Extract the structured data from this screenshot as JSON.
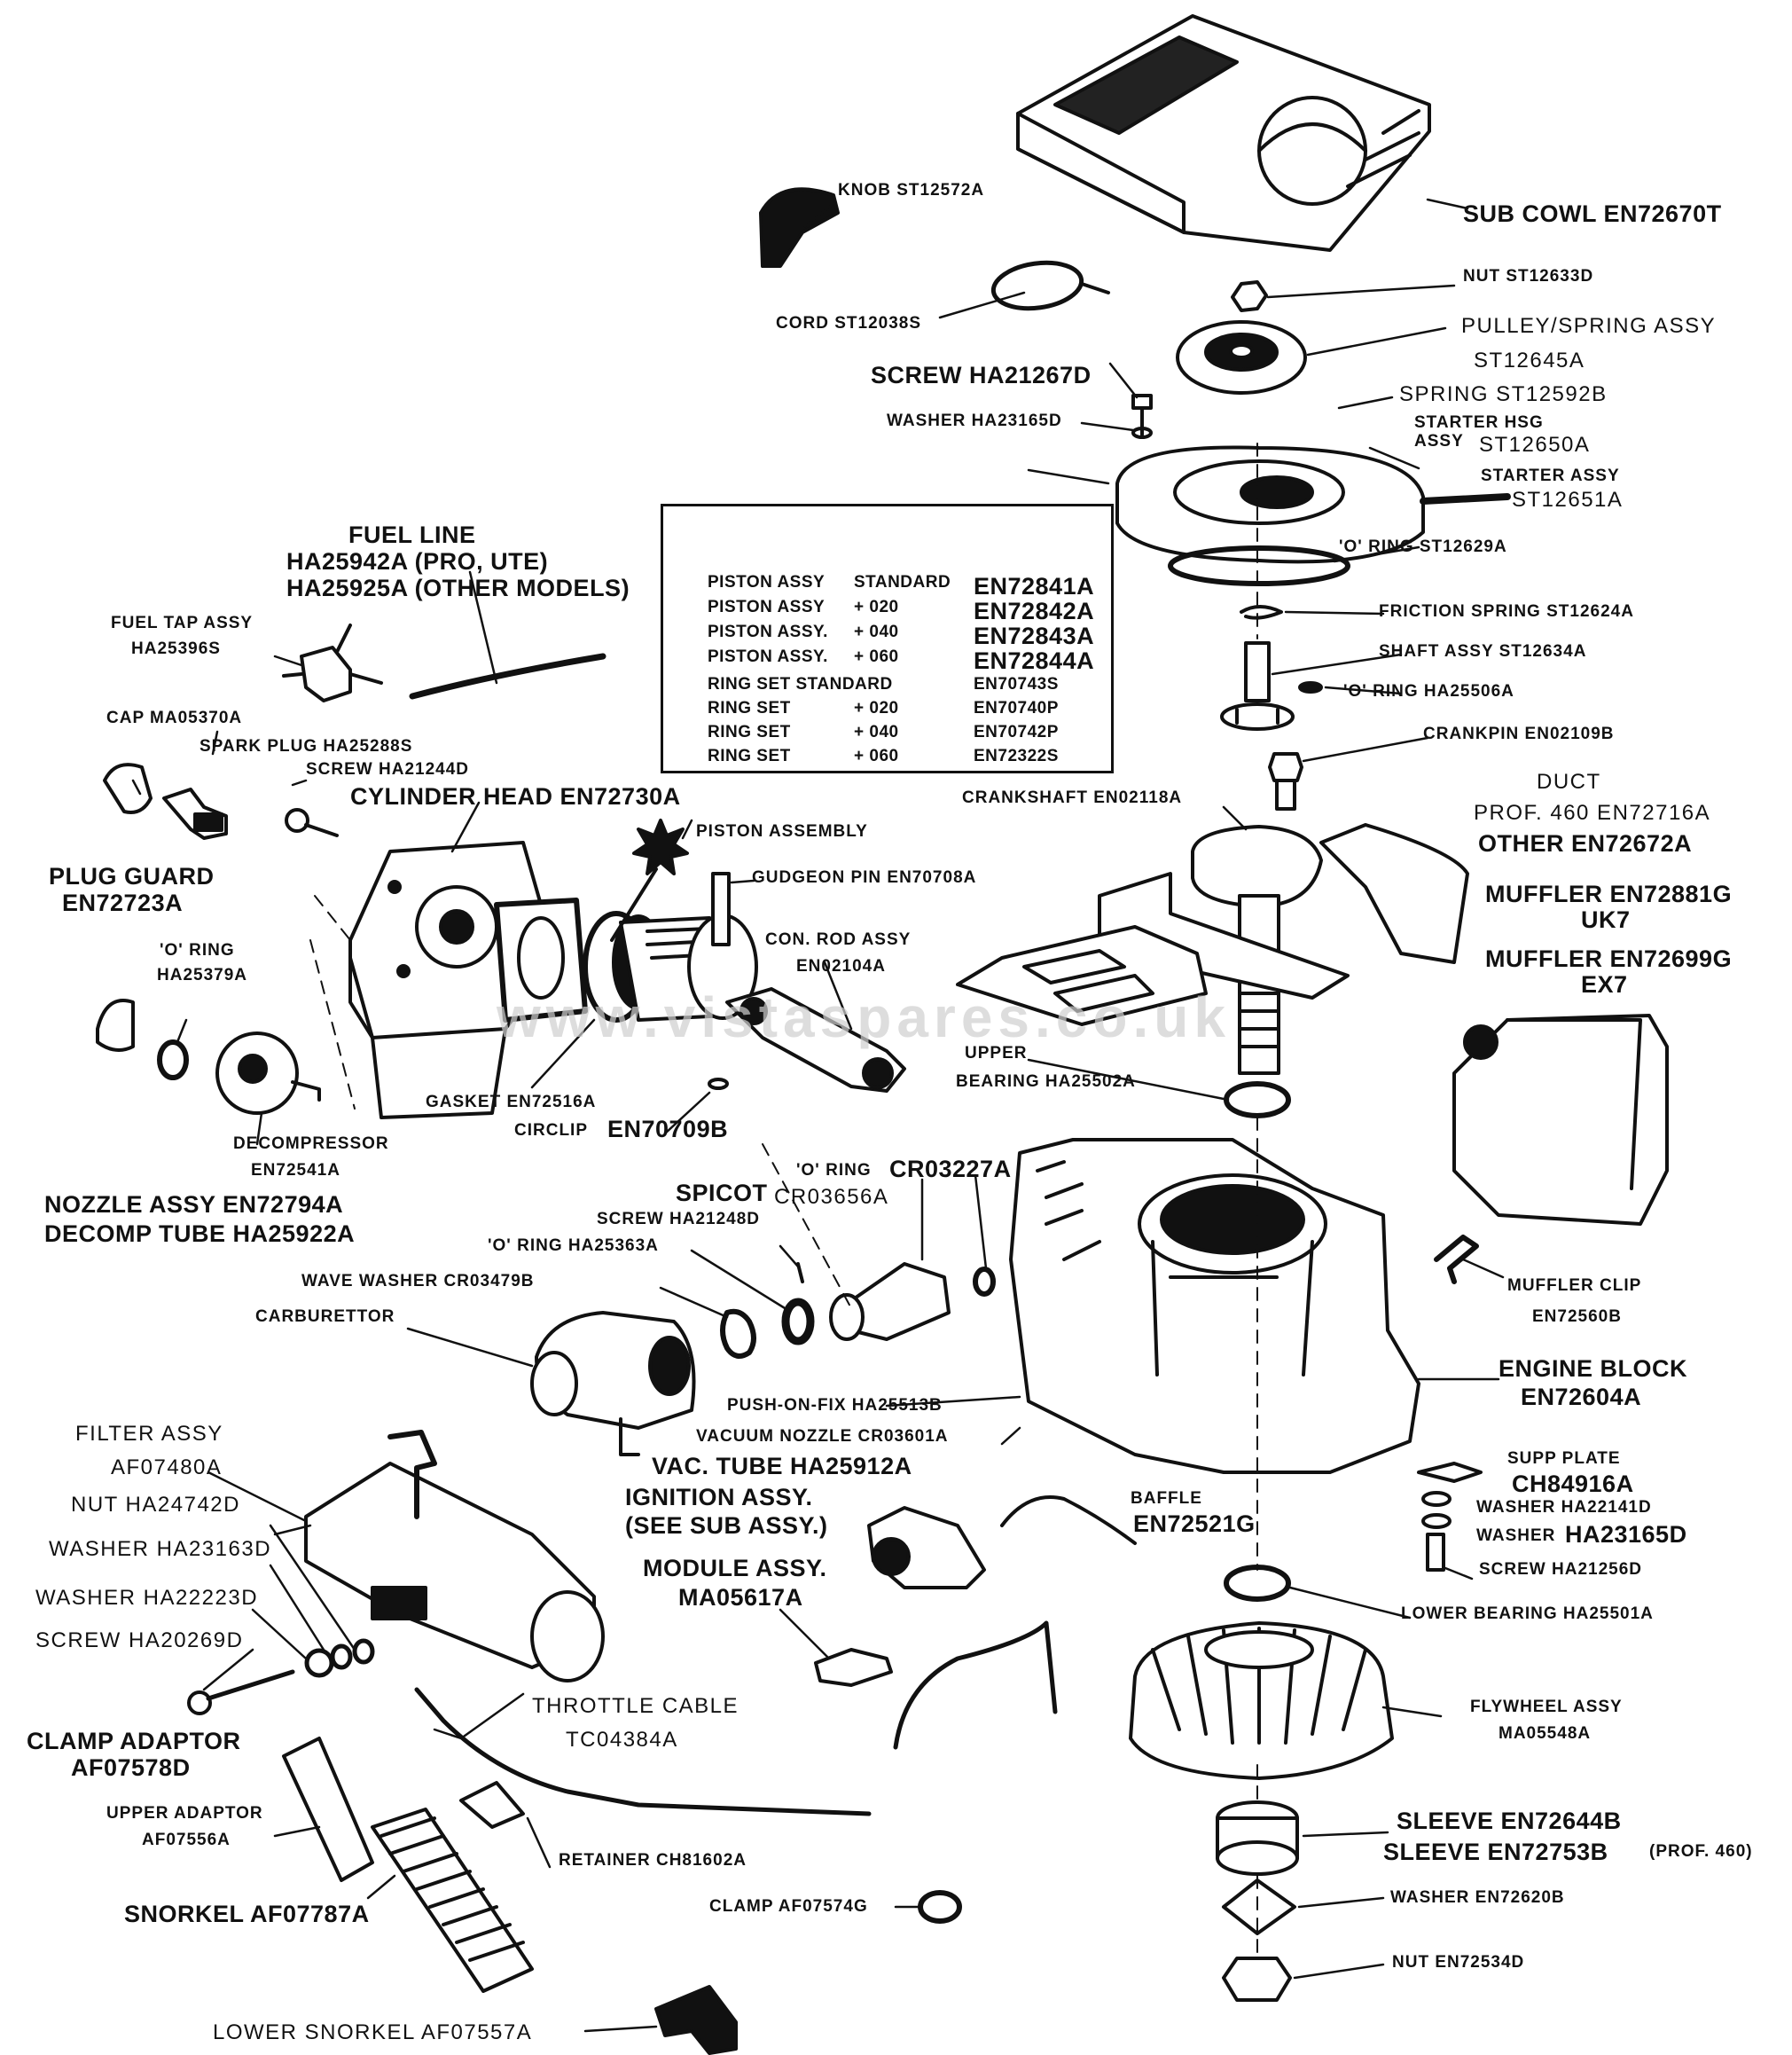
{
  "watermark": "www.vistaspares.co.uk",
  "legend": {
    "rows": [
      {
        "part": "PISTON ASSY",
        "size": "STANDARD",
        "code": "EN72841A"
      },
      {
        "part": "PISTON ASSY",
        "size": "+ 020",
        "code": "EN72842A"
      },
      {
        "part": "PISTON ASSY.",
        "size": "+ 040",
        "code": "EN72843A"
      },
      {
        "part": "PISTON ASSY.",
        "size": "+ 060",
        "code": "EN72844A"
      },
      {
        "part": "RING SET STANDARD",
        "size": "",
        "code": "EN70743S"
      },
      {
        "part": "RING SET",
        "size": "+ 020",
        "code": "EN70740P"
      },
      {
        "part": "RING SET",
        "size": "+ 040",
        "code": "EN70742P"
      },
      {
        "part": "RING SET",
        "size": "+ 060",
        "code": "EN72322S"
      }
    ]
  },
  "labels": {
    "sub_cowl": "SUB COWL  EN72670T",
    "knob": "KNOB  ST12572A",
    "nut_st": "NUT  ST12633D",
    "cord": "CORD  ST12038S",
    "pulley1": "PULLEY/SPRING ASSY",
    "pulley2": "ST12645A",
    "screw_ha21267": "SCREW HA21267D",
    "spring": "SPRING  ST12592B",
    "washer_ha23165": "WASHER  HA23165D",
    "starter_hsg1": "STARTER HSG",
    "starter_hsg2": "ASSY",
    "starter_hsg3": "ST12650A",
    "starter_assy1": "STARTER ASSY",
    "starter_assy2": "ST12651A",
    "fuel_line1": "FUEL LINE",
    "fuel_line2": "HA25942A (PRO, UTE)",
    "fuel_line3": "HA25925A (OTHER MODELS)",
    "o_ring_st": "'O' RING  ST12629A",
    "fuel_tap1": "FUEL TAP ASSY",
    "fuel_tap2": "HA25396S",
    "friction_spring": "FRICTION SPRING  ST12624A",
    "shaft_assy": "SHAFT ASSY   ST12634A",
    "o_ring_ha25506": "'O' RING  HA25506A",
    "cap": "CAP  MA05370A",
    "spark_plug": "SPARK PLUG  HA25288S",
    "crankpin": "CRANKPIN  EN02109B",
    "screw_ha21244": "SCREW  HA21244D",
    "cylinder_head": "CYLINDER HEAD  EN72730A",
    "duct1": "DUCT",
    "duct2": "PROF. 460  EN72716A",
    "duct3": "OTHER  EN72672A",
    "crankshaft": "CRANKSHAFT  EN02118A",
    "piston_assembly": "PISTON ASSEMBLY",
    "plug_guard1": "PLUG GUARD",
    "plug_guard2": "EN72723A",
    "gudgeon": "GUDGEON PIN  EN70708A",
    "muffler1a": "MUFFLER EN72881G",
    "muffler1b": "UK7",
    "o_ring_ha25379a": "'O' RING",
    "o_ring_ha25379b": "HA25379A",
    "con_rod1": "CON. ROD ASSY",
    "con_rod2": "EN02104A",
    "muffler2a": "MUFFLER EN72699G",
    "muffler2b": "EX7",
    "upper_bearing1": "UPPER",
    "upper_bearing2": "BEARING HA25502A",
    "gasket": "GASKET  EN72516A",
    "circlip": "CIRCLIP",
    "circlip_code": "EN70709B",
    "decompressor1": "DECOMPRESSOR",
    "decompressor2": "EN72541A",
    "o_ring_cr03227": "'O' RING",
    "o_ring_cr03227_code": "CR03227A",
    "spicot1": "SPICOT",
    "spicot2": "CR03656A",
    "nozzle1": "NOZZLE ASSY  EN72794A",
    "nozzle2": "DECOMP TUBE  HA25922A",
    "screw_ha21248": "SCREW  HA21248D",
    "o_ring_ha25363": "'O' RING  HA25363A",
    "wave_washer": "WAVE WASHER  CR03479B",
    "muffler_clip1": "MUFFLER CLIP",
    "muffler_clip2": "EN72560B",
    "carburettor": "CARBURETTOR",
    "engine_block1": "ENGINE BLOCK",
    "engine_block2": "EN72604A",
    "push_on_fix": "PUSH-ON-FIX  HA25513B",
    "vacuum_nozzle": "VACUUM NOZZLE  CR03601A",
    "filter1": "FILTER ASSY",
    "filter2": "AF07480A",
    "vac_tube": "VAC. TUBE  HA25912A",
    "supp_plate1": "SUPP PLATE",
    "supp_plate2": "CH84916A",
    "nut_ha24742": "NUT  HA24742D",
    "ignition1": "IGNITION ASSY.",
    "ignition2": "(SEE SUB ASSY.)",
    "baffle1": "BAFFLE",
    "baffle2": "EN72521G",
    "washer_ha22141": "WASHER  HA22141D",
    "washer_ha23165b": "WASHER",
    "washer_ha23165b_code": "HA23165D",
    "washer_ha23163": "WASHER  HA23163D",
    "module1": "MODULE ASSY.",
    "module2": "MA05617A",
    "screw_ha21256": "SCREW  HA21256D",
    "washer_ha22223": "WASHER  HA22223D",
    "lower_bearing": "LOWER BEARING  HA25501A",
    "screw_ha20269": "SCREW  HA20269D",
    "throttle1": "THROTTLE CABLE",
    "throttle2": "TC04384A",
    "flywheel1": "FLYWHEEL ASSY",
    "flywheel2": "MA05548A",
    "clamp_adaptor1": "CLAMP ADAPTOR",
    "clamp_adaptor2": "AF07578D",
    "upper_adaptor1": "UPPER ADAPTOR",
    "upper_adaptor2": "AF07556A",
    "sleeve1": "SLEEVE  EN72644B",
    "sleeve2": "SLEEVE  EN72753B",
    "sleeve2_note": "(PROF. 460)",
    "retainer": "RETAINER  CH81602A",
    "snorkel": "SNORKEL  AF07787A",
    "clamp": "CLAMP  AF07574G",
    "washer_en72620": "WASHER  EN72620B",
    "nut_en72534": "NUT  EN72534D",
    "lower_snorkel": "LOWER SNORKEL  AF07557A"
  }
}
